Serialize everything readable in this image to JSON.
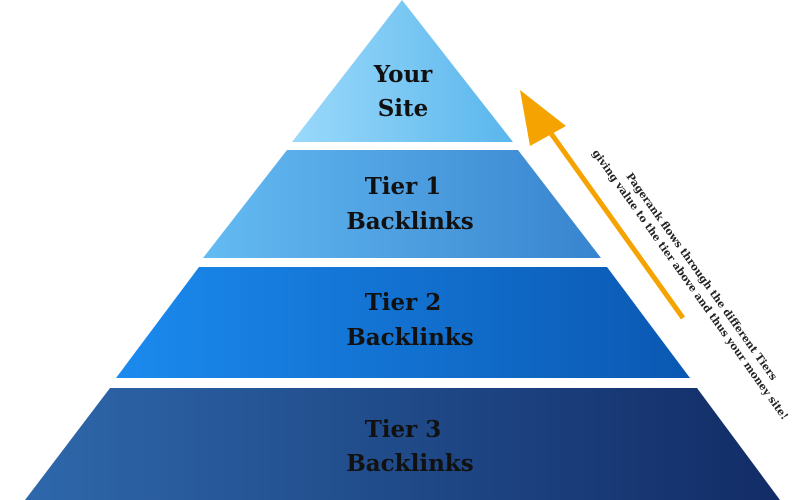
{
  "tiers": [
    {
      "line1": "Your",
      "line2": "Site",
      "color_light": "#8fd4fa",
      "color_dark": "#5ab8ee"
    },
    {
      "line1": "Tier 1",
      "line2": "Backlinks",
      "color_light": "#5cb4ee",
      "color_dark": "#3a88d2"
    },
    {
      "line1": "Tier 2",
      "line2": "Backlinks",
      "color_light": "#1a86e8",
      "color_dark": "#0b5cb8"
    },
    {
      "line1": "Tier 3",
      "line2": "Backlinks",
      "color_light": "#2a62a6",
      "color_dark": "#13306c"
    }
  ],
  "arrow": {
    "color": "#f5a300"
  },
  "note": {
    "line1": "Pagerank flows through the different Tiers",
    "line2": "giving value to the tier above and thus your money site!"
  }
}
